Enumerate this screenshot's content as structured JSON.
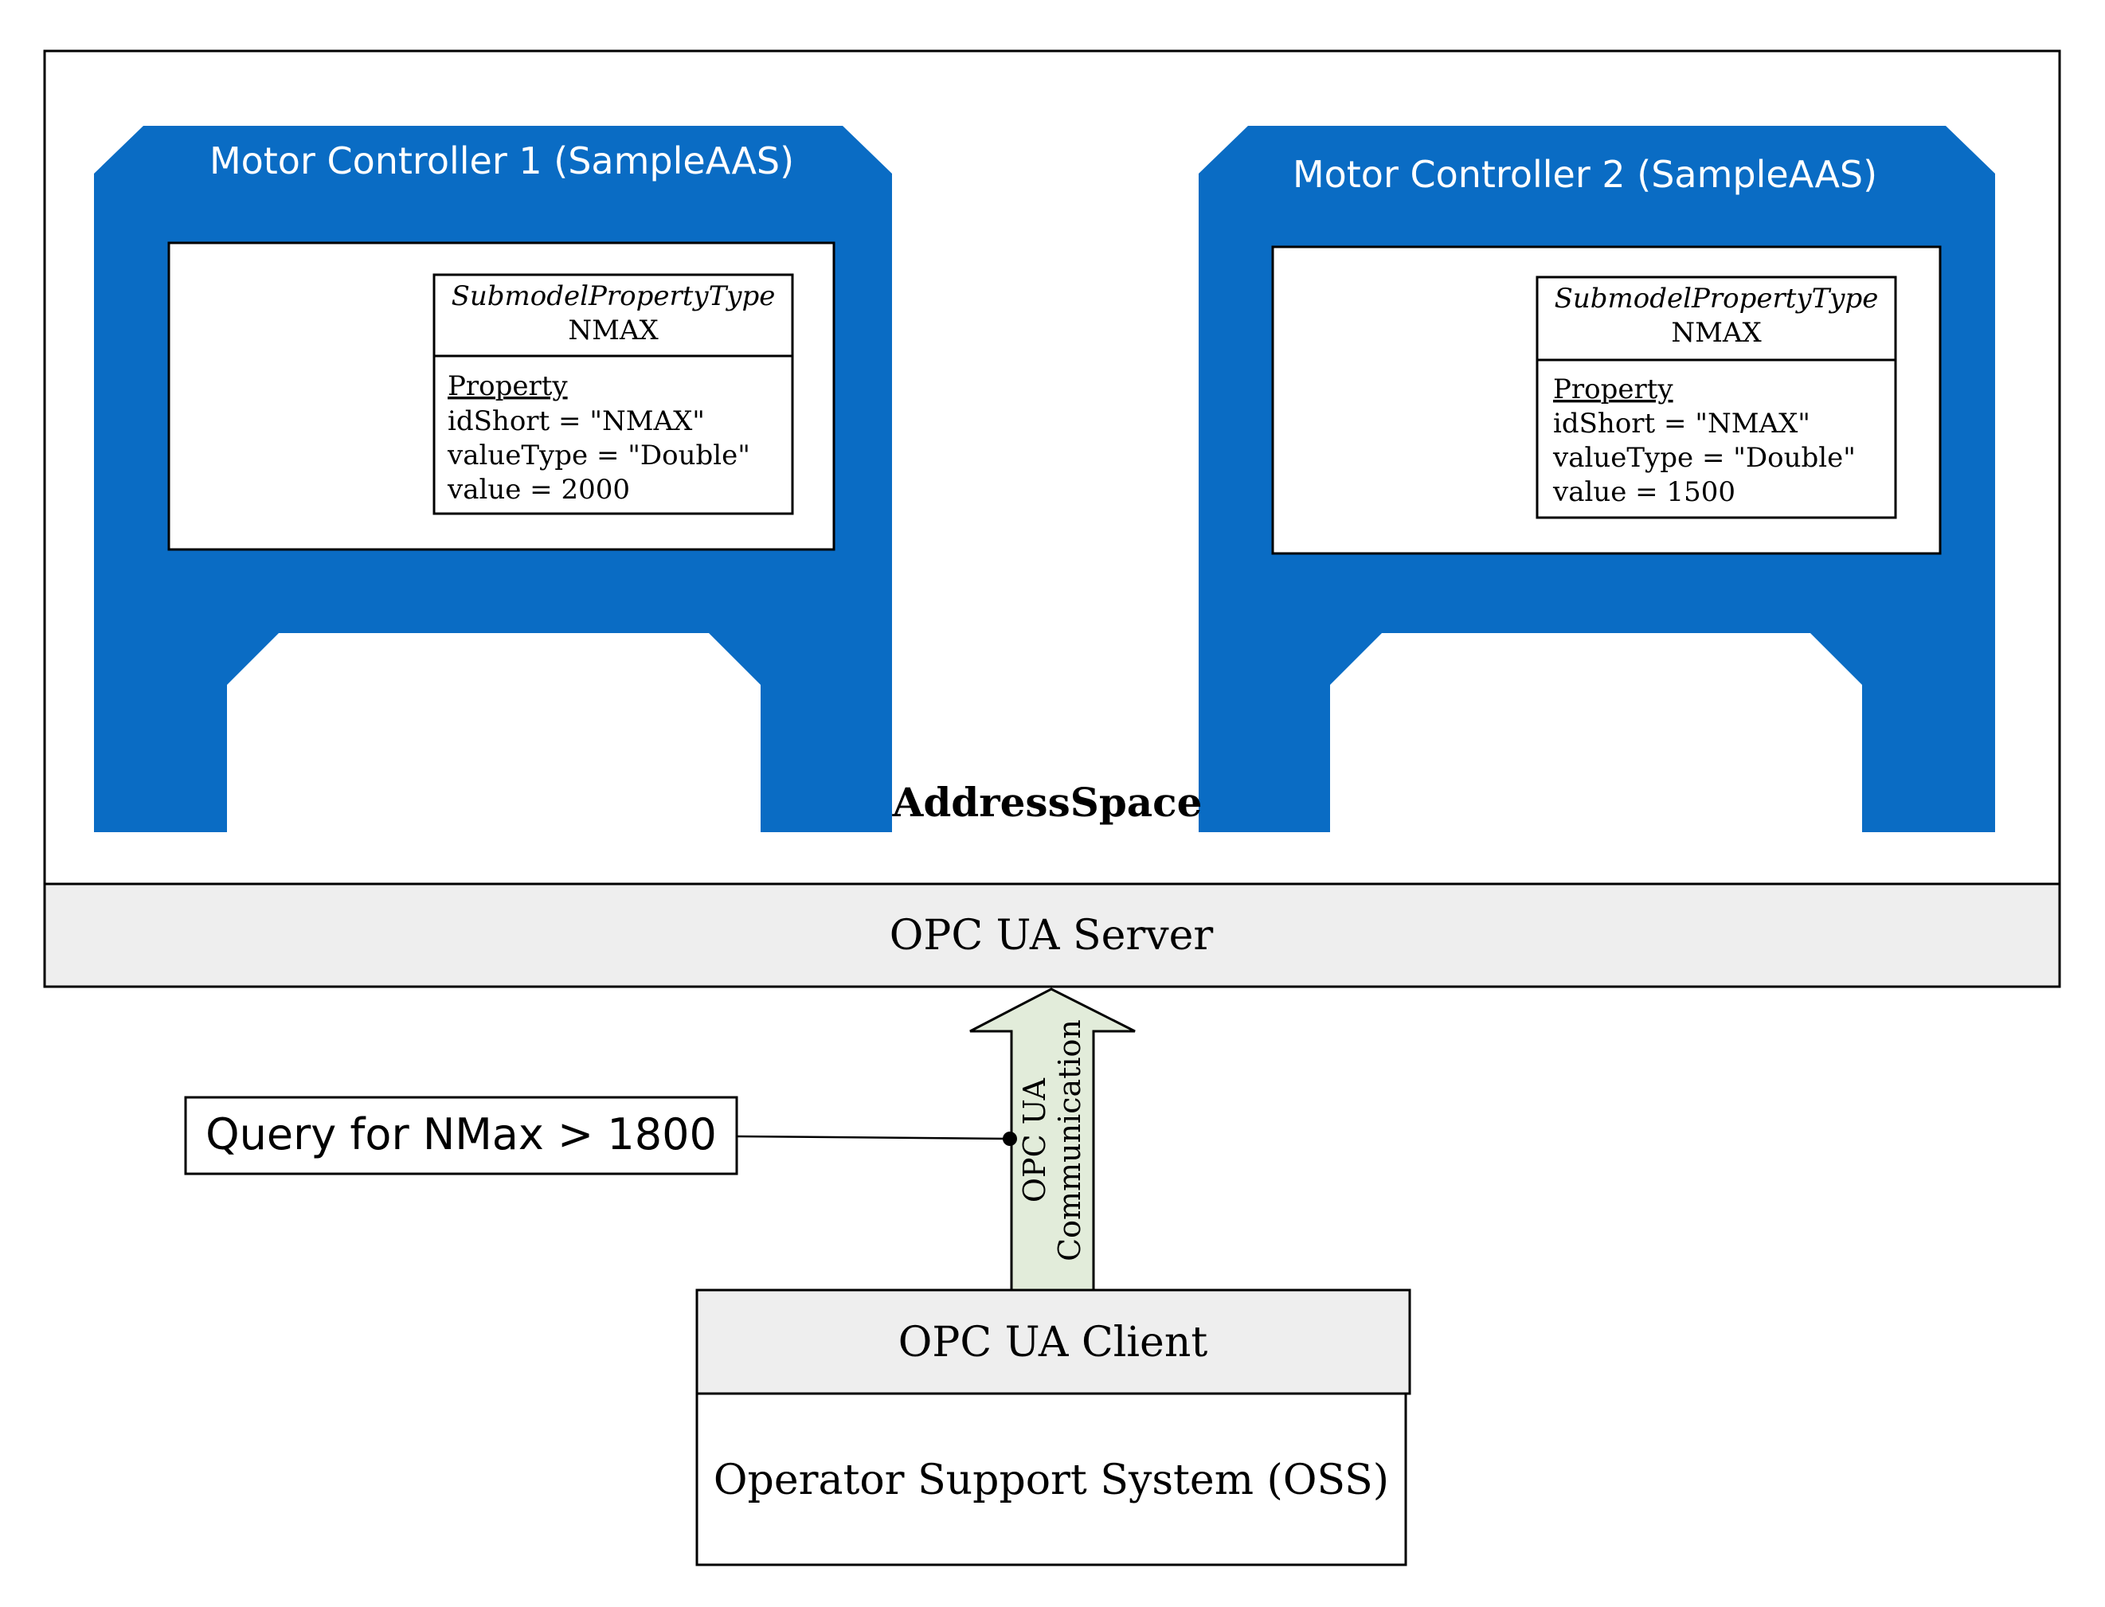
{
  "colors": {
    "aas_blue": "#0a6cc4",
    "server_bar": "#eeeeee",
    "client_bar": "#eeeeee",
    "arrow_fill": "#e2ecda",
    "stroke": "#000000",
    "white": "#ffffff"
  },
  "controller_1": {
    "title": "Motor Controller 1 (SampleAAS)",
    "type_label": "SubmodelPropertyType",
    "name": "NMAX",
    "section": "Property",
    "id_short": "idShort = \"NMAX\"",
    "value_type": "valueType = \"Double\"",
    "value": "value = 2000"
  },
  "controller_2": {
    "title": "Motor Controller 2 (SampleAAS)",
    "type_label": "SubmodelPropertyType",
    "name": "NMAX",
    "section": "Property",
    "id_short": "idShort = \"NMAX\"",
    "value_type": "valueType = \"Double\"",
    "value": "value = 1500"
  },
  "address_space_label": "AddressSpace",
  "server_label": "OPC UA Server",
  "arrow_label": [
    "OPC UA",
    "Communication"
  ],
  "query_label": "Query for NMax > 1800",
  "client_label": "OPC UA Client",
  "oss_label": "Operator Support System (OSS)"
}
